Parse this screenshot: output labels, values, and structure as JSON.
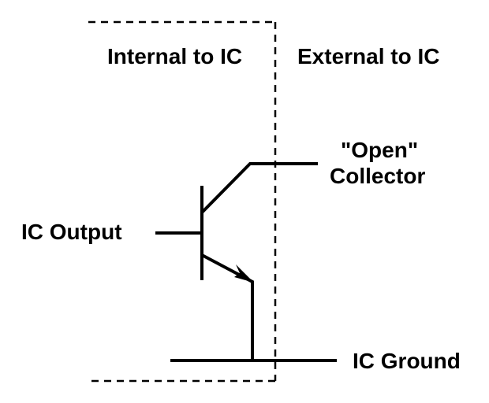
{
  "diagram": {
    "title": "Open collector output",
    "regions": {
      "internal": "Internal to IC",
      "external": "External to IC"
    },
    "labels": {
      "input": "IC Output",
      "collector_line1": "\"Open\"",
      "collector_line2": "Collector",
      "ground": "IC Ground"
    },
    "components": [
      {
        "type": "NPN transistor",
        "terminals": [
          "base",
          "collector",
          "emitter"
        ]
      }
    ],
    "colors": {
      "stroke": "#000000",
      "background": "#ffffff"
    }
  }
}
